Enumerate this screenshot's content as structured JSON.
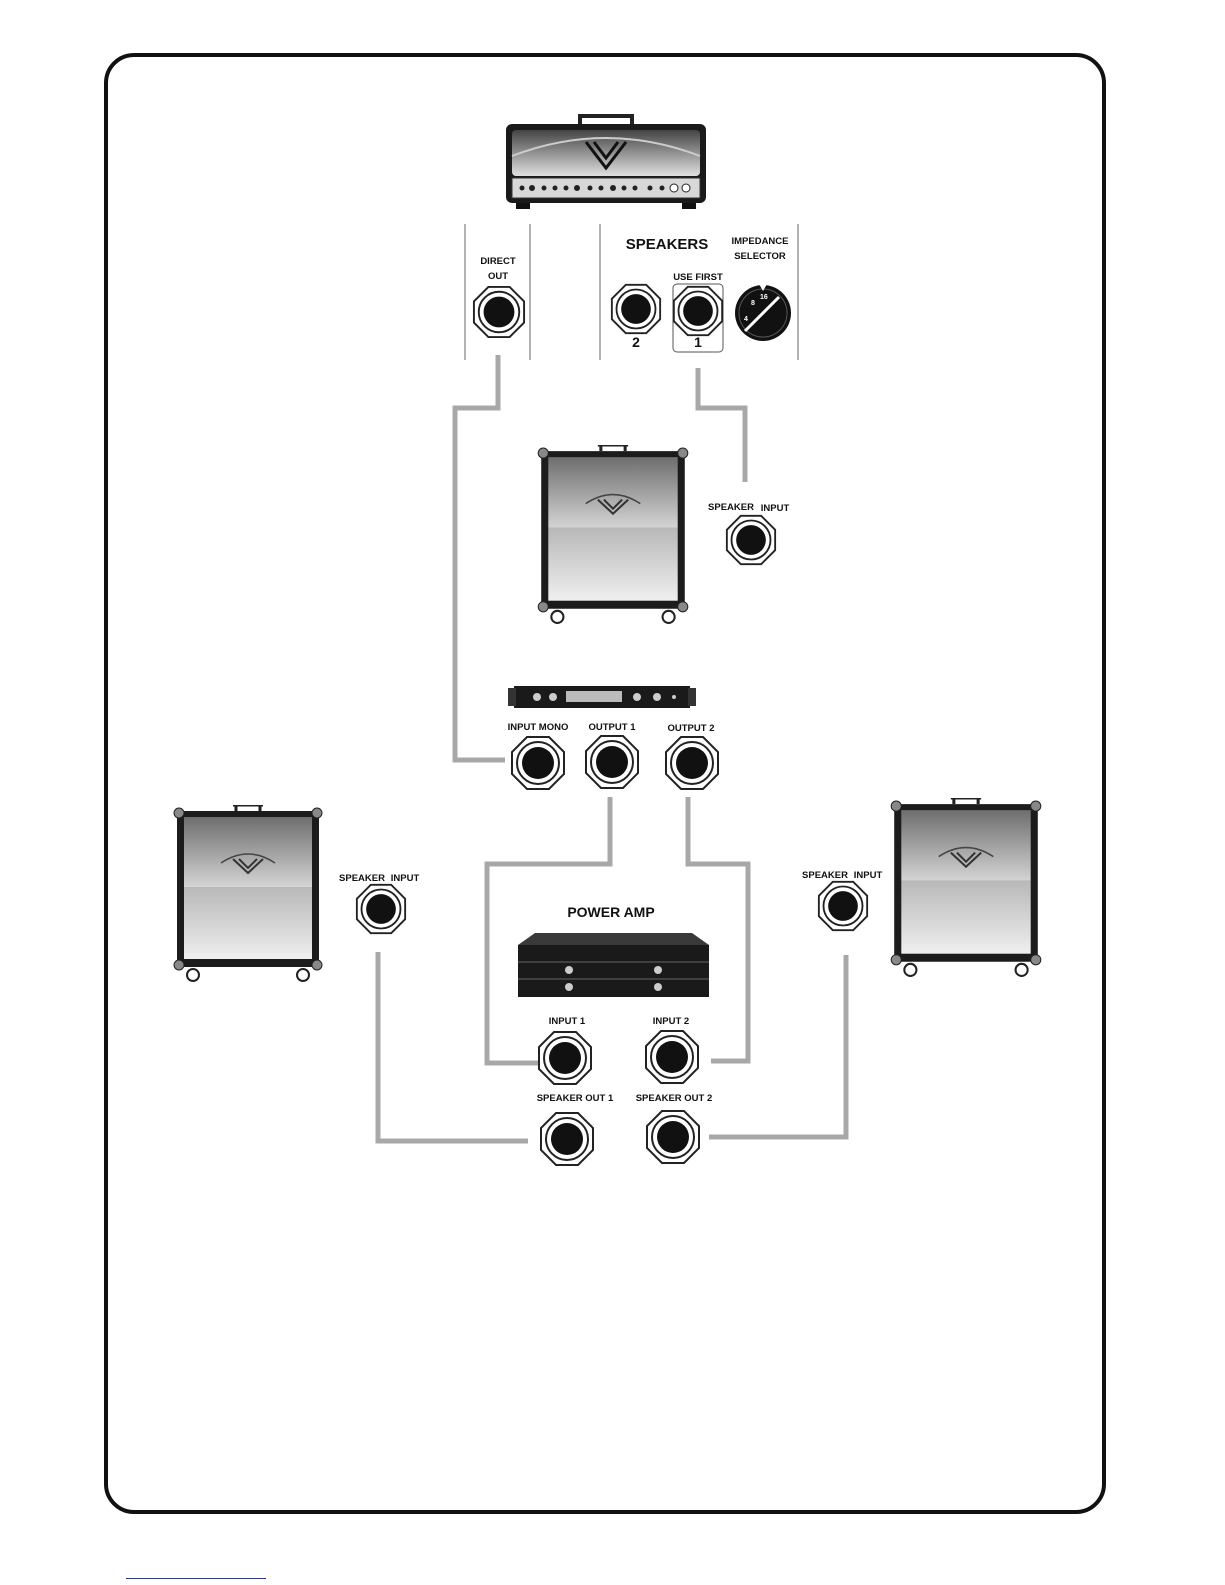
{
  "head_amp": {
    "name": "amp-head"
  },
  "panel_left": {
    "label_line1": "DIRECT",
    "label_line2": "OUT"
  },
  "panel_right": {
    "title": "SPEAKERS",
    "impedance_line1": "IMPEDANCE",
    "impedance_line2": "SELECTOR",
    "use_first": "USE FIRST",
    "jack2_num": "2",
    "jack1_num": "1",
    "dial_marks": [
      "4",
      "8",
      "16"
    ]
  },
  "cab_top": {
    "speaker": "SPEAKER",
    "input": "INPUT"
  },
  "processor": {
    "input_mono": "INPUT MONO",
    "output1": "OUTPUT 1",
    "output2": "OUTPUT 2"
  },
  "cab_left": {
    "speaker": "SPEAKER",
    "input": "INPUT"
  },
  "cab_right": {
    "speaker": "SPEAKER",
    "input": "INPUT"
  },
  "power_amp": {
    "title": "POWER AMP",
    "input1": "INPUT 1",
    "input2": "INPUT 2",
    "speaker_out1": "SPEAKER OUT  1",
    "speaker_out2": "SPEAKER OUT  2"
  },
  "colors": {
    "cable": "#a8a8a8",
    "frame": "#111111",
    "cab_body": "#1c1c1c"
  }
}
